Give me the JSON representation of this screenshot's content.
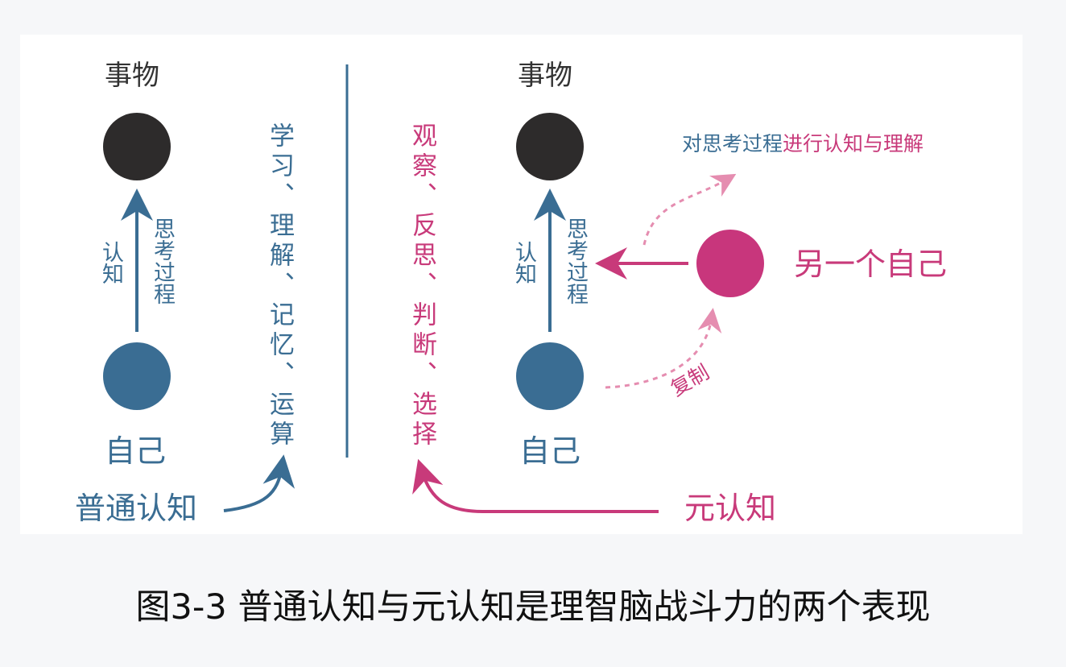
{
  "left": {
    "top_label": "事物",
    "bottom_label": "自己",
    "arrow_left_label": "认知",
    "arrow_right_label": "思考过程",
    "side_text": "学习、理解、记忆、运算",
    "footer_label": "普通认知"
  },
  "right": {
    "top_label": "事物",
    "bottom_label": "自己",
    "arrow_left_label": "认知",
    "arrow_right_label": "思考过程",
    "side_text": "观察、反思、判断、选择",
    "other_self_label": "另一个自己",
    "top_annotation_blue": "对思考过程",
    "top_annotation_pink": "进行认知与理解",
    "copy_label": "复制",
    "footer_label": "元认知"
  },
  "caption": "图3-3 普通认知与元认知是理智脑战斗力的两个表现",
  "colors": {
    "blue": "#3a6d93",
    "pink": "#c83a7a",
    "dark": "#333333",
    "node_blue": "#3a6d93",
    "node_dark": "#2d2b2b",
    "node_pink": "#c8367c",
    "dashed_pink": "#e58db0"
  }
}
